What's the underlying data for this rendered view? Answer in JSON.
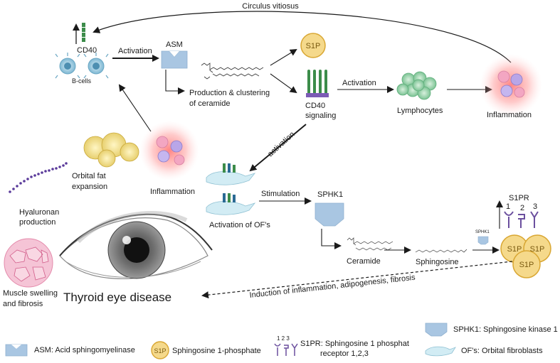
{
  "diagram": {
    "circulus": "Circulus vitiosus",
    "cd40_top": "CD40",
    "bcells": "B-cells",
    "activation_1": "Activation",
    "asm": "ASM",
    "production_line1": "Production & clustering",
    "production_line2": "of ceramide",
    "s1p_top": "S1P",
    "cd40_signal_line1": "CD40",
    "cd40_signal_line2": "signaling",
    "activation_2": "Activation",
    "lymphocytes": "Lymphocytes",
    "inflammation_right": "Inflammation",
    "activation_diag": "activation",
    "inflammation_left": "Inflammation",
    "orbital_fat_line1": "Orbital fat",
    "orbital_fat_line2": "expansion",
    "hyaluronan_line1": "Hyaluronan",
    "hyaluronan_line2": "production",
    "activation_ofs": "Activation of OF's",
    "stimulation": "Stimulation",
    "sphk1": "SPHK1",
    "s1pr": "S1PR",
    "s1pr_n1": "1",
    "s1pr_n2": "2",
    "s1pr_n3": "3",
    "sphk1_small": "SPHK1",
    "ceramide": "Ceramide",
    "sphingosine": "Sphingosine",
    "s1p_cluster_a": "S1P",
    "s1p_cluster_b": "S1P",
    "s1p_cluster_c": "S1P",
    "muscle_line1": "Muscle swelling",
    "muscle_line2": "and fibrosis",
    "ted_title": "Thyroid eye disease",
    "induction": "Induction of inflammation, adipogenesis, fibrosis"
  },
  "legend": {
    "asm": "ASM: Acid sphingomyelinase",
    "s1p_glyph": "S1P",
    "s1p": "Sphingosine 1-phosphate",
    "s1pr_nums": "1 2 3",
    "s1pr_line1": "S1PR: Sphingosine 1 phosphat",
    "s1pr_line2": "receptor 1,2,3",
    "sphk1": "SPHK1: Sphingosine kinase 1",
    "ofs": "OF's: Orbital fibroblasts"
  },
  "colors": {
    "s1p_fill": "#f5d98b",
    "s1p_stroke": "#d9a733",
    "asm_fill": "#a9c6e2",
    "receptor": "#6b4f9e",
    "cd40_green": "#3c8c4a",
    "inflammation_glow": "#ff6b6b",
    "arrow": "#1a1a1a"
  }
}
